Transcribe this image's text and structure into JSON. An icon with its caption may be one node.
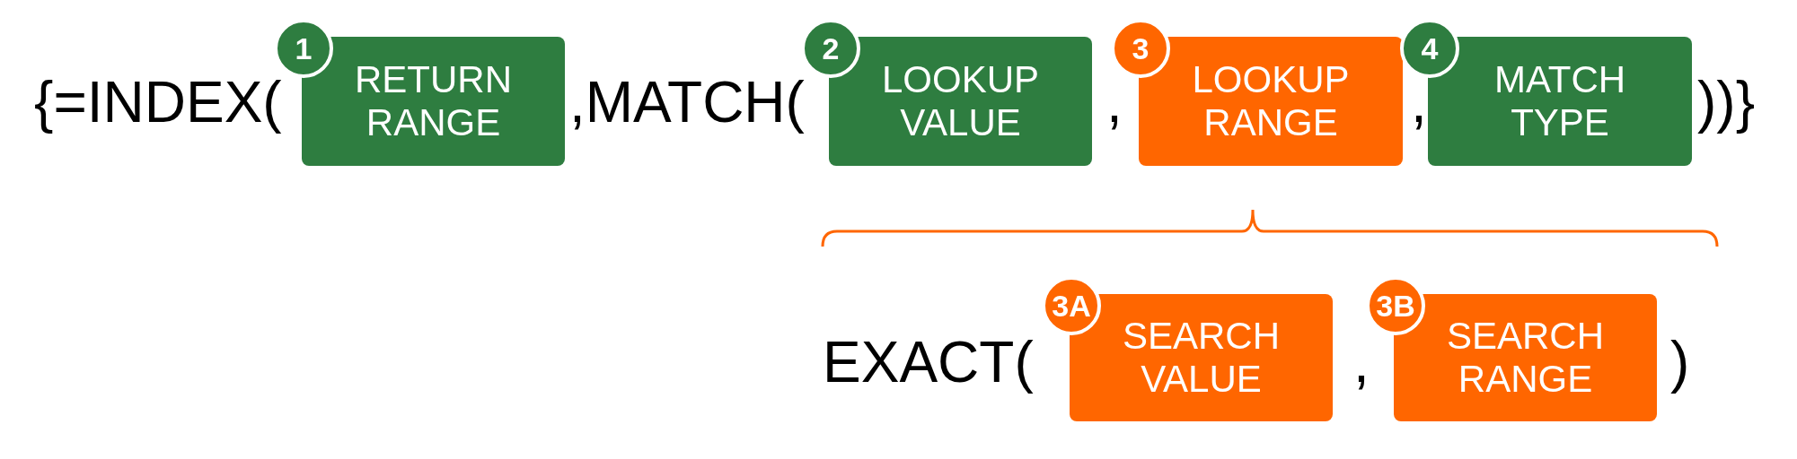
{
  "diagram": {
    "nodes": [
      {
        "text": [
          "1"
        ]
      },
      {
        "text": [
          "RETURN RANGE"
        ]
      },
      {
        "text": [
          "2"
        ]
      },
      {
        "text": [
          "LOOKUP VALUE"
        ]
      },
      {
        "text": [
          "3"
        ]
      },
      {
        "text": [
          "LOOKUP RANGE"
        ]
      },
      {
        "text": [
          "4"
        ]
      },
      {
        "text": [
          "MATCH TYPE"
        ]
      },
      {
        "text": [
          "3A"
        ]
      },
      {
        "text": [
          "SEARCH VALUE"
        ]
      },
      {
        "text": [
          "3B"
        ]
      },
      {
        "text": [
          "SEARCH RANGE"
        ]
      }
    ],
    "edges": [],
    "labels": [
      "{=INDEX(",
      ",MATCH(",
      ",",
      ",",
      "))}",
      "EXACT(",
      ",",
      ")"
    ]
  }
}
